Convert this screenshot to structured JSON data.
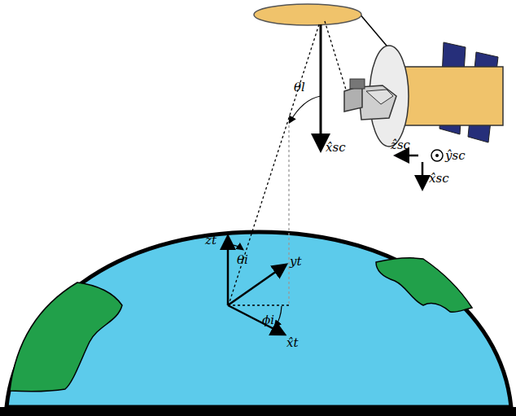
{
  "diagram": {
    "labels": [
      "θl",
      "x̂sc",
      "ẑsc",
      "ŷsc",
      "x̂sc",
      "ẑt",
      "θi",
      "yt",
      "ϕi",
      "x̂t"
    ]
  }
}
